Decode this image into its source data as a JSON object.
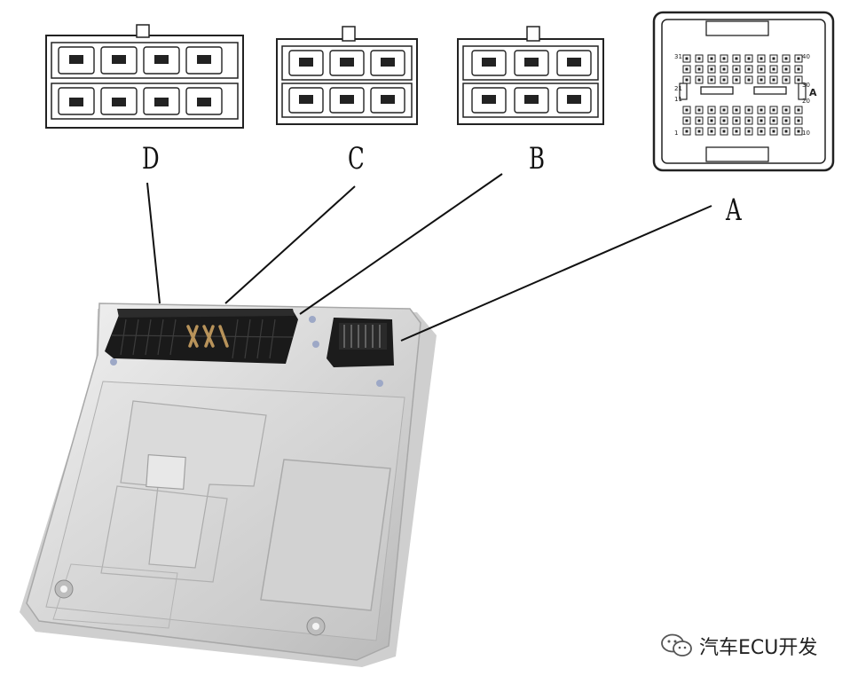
{
  "labels": {
    "connector_d": "D",
    "connector_c": "C",
    "connector_b": "B",
    "connector_a": "A"
  },
  "connector_a_pin_numbers": {
    "top_left": "31",
    "top_right": "40",
    "mid_left": "21",
    "mid_right_top": "30",
    "mid_right_bottom": "20",
    "lower_left": "11",
    "bottom_left": "1",
    "bottom_right": "10",
    "side_letter": "A"
  },
  "watermark": {
    "text": "汽车ECU开发",
    "icon": "wechat-icon"
  },
  "colors": {
    "line": "#111111",
    "housing": "#d8d8d8",
    "connector_black": "#1a1a1a",
    "pin_gold": "#b8935a"
  }
}
